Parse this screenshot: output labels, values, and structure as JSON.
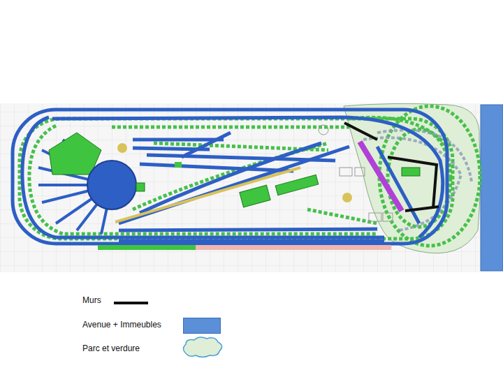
{
  "diagram": {
    "legend": [
      {
        "text": "Murs"
      },
      {
        "text": "Avenue + Immeubles",
        "color": "#5b8fd8"
      },
      {
        "text": "Parc et verdure"
      }
    ]
  }
}
